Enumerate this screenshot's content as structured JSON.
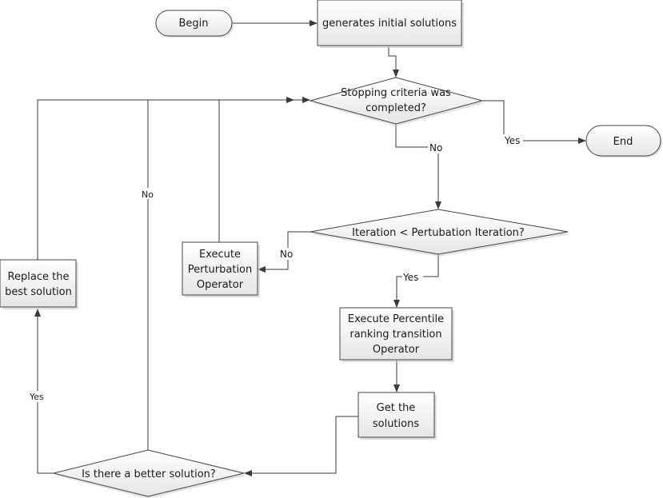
{
  "diagram": {
    "type": "flowchart",
    "nodes": {
      "begin": {
        "label": "Begin",
        "shape": "terminator"
      },
      "init": {
        "label": "generates initial solutions",
        "shape": "process"
      },
      "stop_check": {
        "lines": [
          "Stopping  criteria was",
          "completed?"
        ],
        "shape": "decision"
      },
      "end": {
        "label": "End",
        "shape": "terminator"
      },
      "iter_check": {
        "label": "Iteration < Pertubation Iteration?",
        "shape": "decision"
      },
      "perturb": {
        "lines": [
          "Execute",
          "Perturbation",
          "Operator"
        ],
        "shape": "process"
      },
      "percentile": {
        "lines": [
          "Execute Percentile",
          "ranking transition",
          "Operator"
        ],
        "shape": "process"
      },
      "get_solutions": {
        "lines": [
          "Get the",
          "solutions"
        ],
        "shape": "process"
      },
      "better_check": {
        "label": "Is there a better solution?",
        "shape": "decision"
      },
      "replace": {
        "lines": [
          "Replace the",
          "best solution"
        ],
        "shape": "process"
      }
    },
    "edge_labels": {
      "stop_yes": "Yes",
      "stop_no": "No",
      "iter_no": "No",
      "iter_yes": "Yes",
      "better_yes": "Yes",
      "better_no": "No"
    },
    "colors": {
      "stroke": "#444444",
      "fill_top": "#ffffff",
      "fill_bottom": "#e8e8e8",
      "shadow": "#c8c8c8"
    }
  }
}
